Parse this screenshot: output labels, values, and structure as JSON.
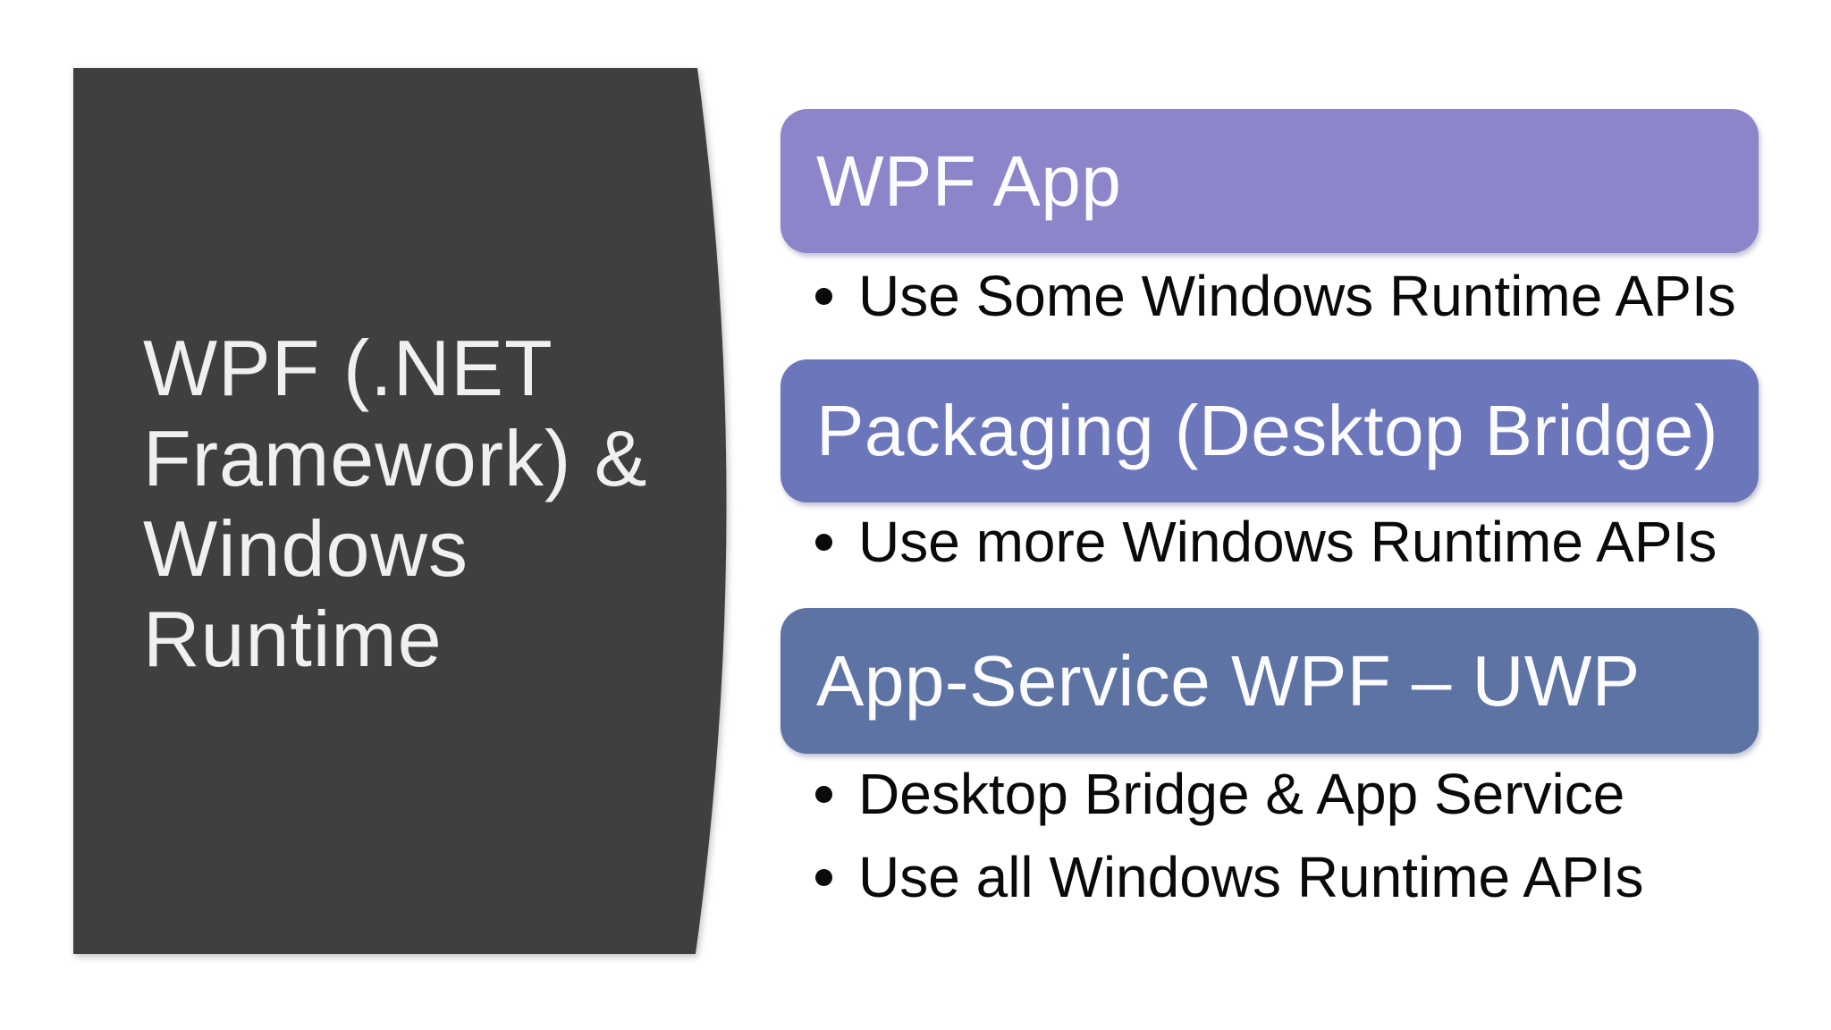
{
  "slide": {
    "background": "#FFFFFF",
    "title_panel": {
      "text": "WPF (.NET Framework) & Windows Runtime",
      "lines": [
        "WPF (.NET",
        "Framework) &",
        "Windows",
        "Runtime"
      ],
      "fill": "#3F3F3F",
      "text_color": "#F0F0F0"
    },
    "header_text_color": "#FCFCFE",
    "bullet_text_color": "#0A0A0A",
    "sections": [
      {
        "id": "wpf-app",
        "header": "WPF App",
        "fill": "#8C85C9",
        "bullets": [
          "Use Some Windows Runtime APIs"
        ]
      },
      {
        "id": "packaging-desktop-bridge",
        "header": "Packaging (Desktop Bridge)",
        "fill": "#6C76BB",
        "bullets": [
          "Use more Windows Runtime APIs"
        ]
      },
      {
        "id": "app-service-wpf-uwp",
        "header": "App-Service WPF – UWP",
        "fill": "#5C73A4",
        "bullets": [
          "Desktop Bridge & App Service",
          "Use all Windows Runtime APIs"
        ]
      }
    ]
  }
}
